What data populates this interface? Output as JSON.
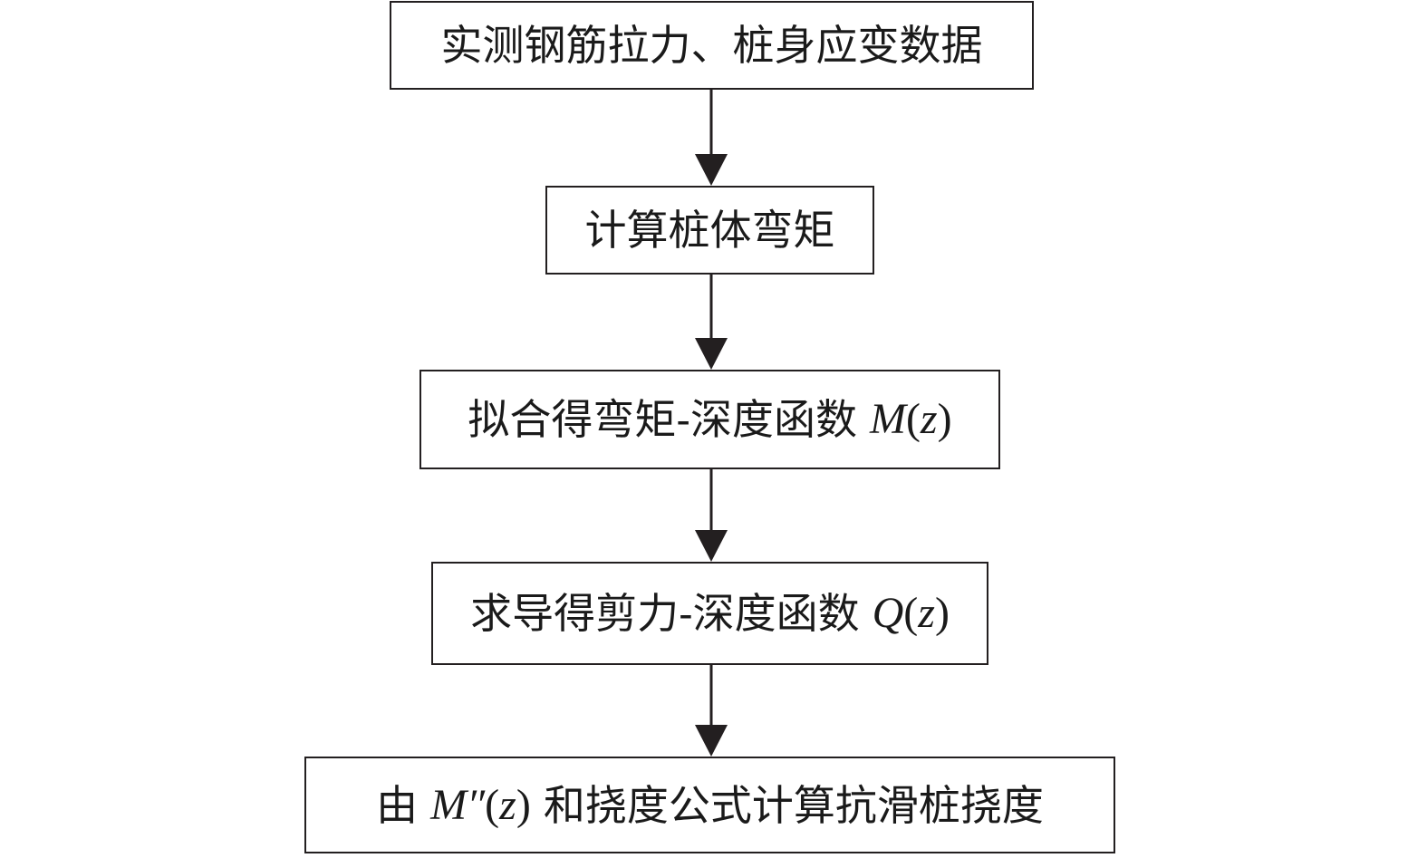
{
  "flowchart": {
    "step1": {
      "text": "实测钢筋拉力、桩身应变数据"
    },
    "step2": {
      "text": "计算桩体弯矩"
    },
    "step3": {
      "text": "拟合得弯矩-深度函数",
      "var": "M",
      "open": "(",
      "arg": "z",
      "close": ")"
    },
    "step4": {
      "text": "求导得剪力-深度函数",
      "var": "Q",
      "open": "(",
      "arg": "z",
      "close": ")"
    },
    "step5": {
      "prefix": "由",
      "var": "M″",
      "open": "(",
      "arg": "z",
      "close": ")",
      "suffix": "和挠度公式计算抗滑桩挠度"
    }
  },
  "colors": {
    "line": "#231f20",
    "text": "#1a1a1a",
    "background": "#ffffff"
  }
}
